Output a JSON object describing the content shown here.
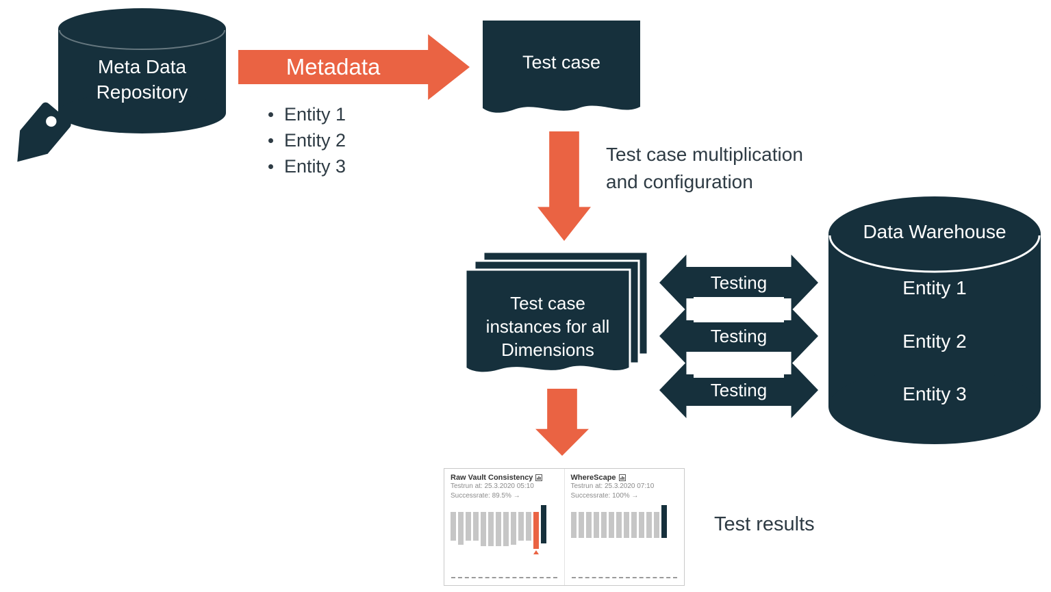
{
  "colors": {
    "dark": "#16303C",
    "orange": "#EA6343",
    "bar_gray": "#C6C6C6",
    "text": "#2E3B44",
    "muted": "#8A8A8A"
  },
  "meta_repository": {
    "line1": "Meta Data",
    "line2": "Repository"
  },
  "metadata_arrow": {
    "label": "Metadata"
  },
  "entity_list": {
    "items": [
      "Entity 1",
      "Entity 2",
      "Entity 3"
    ]
  },
  "test_case_doc": {
    "label": "Test case"
  },
  "multiplication_note": {
    "line1": "Test case multiplication",
    "line2": "and configuration"
  },
  "instances_doc": {
    "line1": "Test case",
    "line2": "instances for all",
    "line3": "Dimensions"
  },
  "testing_arrows": {
    "labels": [
      "Testing",
      "Testing",
      "Testing"
    ]
  },
  "data_warehouse": {
    "title": "Data Warehouse",
    "entities": [
      "Entity 1",
      "Entity 2",
      "Entity 3"
    ]
  },
  "test_results": {
    "caption": "Test results"
  },
  "chart_data": [
    {
      "type": "bar",
      "title": "Raw Vault Consistency",
      "testrun": "Testrun at: 25.3.2020 05:10",
      "successrate": "Successrate: 89.5% →",
      "bars": [
        {
          "up": 38,
          "down": 4,
          "color": "gray"
        },
        {
          "up": 38,
          "down": 10,
          "color": "gray"
        },
        {
          "up": 38,
          "down": 4,
          "color": "gray"
        },
        {
          "up": 38,
          "down": 4,
          "color": "gray"
        },
        {
          "up": 38,
          "down": 12,
          "color": "gray"
        },
        {
          "up": 38,
          "down": 12,
          "color": "gray"
        },
        {
          "up": 38,
          "down": 12,
          "color": "gray"
        },
        {
          "up": 38,
          "down": 12,
          "color": "gray"
        },
        {
          "up": 38,
          "down": 10,
          "color": "gray"
        },
        {
          "up": 38,
          "down": 4,
          "color": "gray"
        },
        {
          "up": 38,
          "down": 4,
          "color": "gray"
        },
        {
          "up": 38,
          "down": 16,
          "color": "orange",
          "marker": true
        },
        {
          "up": 48,
          "down": 8,
          "color": "darknavy"
        }
      ]
    },
    {
      "type": "bar",
      "title": "WhereScape",
      "testrun": "Testrun at: 25.3.2020 07:10",
      "successrate": "Successrate: 100% →",
      "bars": [
        {
          "up": 38,
          "down": 0,
          "color": "gray"
        },
        {
          "up": 38,
          "down": 0,
          "color": "gray"
        },
        {
          "up": 38,
          "down": 0,
          "color": "gray"
        },
        {
          "up": 38,
          "down": 0,
          "color": "gray"
        },
        {
          "up": 38,
          "down": 0,
          "color": "gray"
        },
        {
          "up": 38,
          "down": 0,
          "color": "gray"
        },
        {
          "up": 38,
          "down": 0,
          "color": "gray"
        },
        {
          "up": 38,
          "down": 0,
          "color": "gray"
        },
        {
          "up": 38,
          "down": 0,
          "color": "gray"
        },
        {
          "up": 38,
          "down": 0,
          "color": "gray"
        },
        {
          "up": 38,
          "down": 0,
          "color": "gray"
        },
        {
          "up": 38,
          "down": 0,
          "color": "gray"
        },
        {
          "up": 48,
          "down": 0,
          "color": "darknavy"
        }
      ]
    }
  ]
}
